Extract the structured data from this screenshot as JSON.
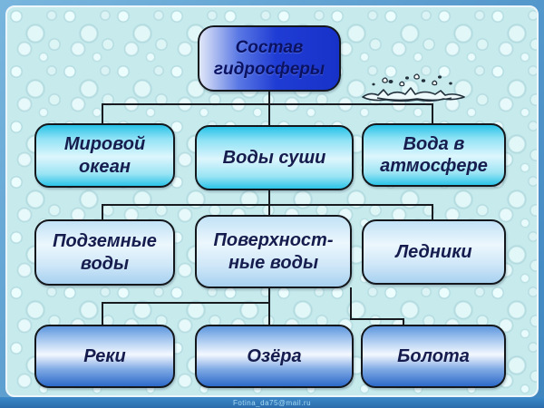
{
  "slide": {
    "title": "Состав гидросферы",
    "watermark": "Fotina_da75@mail.ru"
  },
  "colors": {
    "frame": "#4f94c8",
    "background": "#c7eaed",
    "connector": "#181c20",
    "text": "#161d4e",
    "root_box_deep_blue": "#1f3cd4",
    "level2_cyan": "#27c2e8",
    "level3_pale_blue": "#a7d1f0",
    "level4_blue": "#2c69c9"
  },
  "icons": {
    "splash": "water-splash"
  },
  "diagram": {
    "root": {
      "line1": "Состав",
      "line2": "гидросферы"
    },
    "level2": [
      {
        "line1": "Мировой",
        "line2": "океан"
      },
      {
        "line1": "Воды суши"
      },
      {
        "line1": "Вода в",
        "line2": "атмосфере"
      }
    ],
    "level3": [
      {
        "line1": "Подземные",
        "line2": "воды"
      },
      {
        "line1": "Поверхност-",
        "line2": "ные воды"
      },
      {
        "line1": "Ледники"
      }
    ],
    "level4": [
      {
        "line1": "Реки"
      },
      {
        "line1": "Озёра"
      },
      {
        "line1": "Болота"
      }
    ]
  }
}
